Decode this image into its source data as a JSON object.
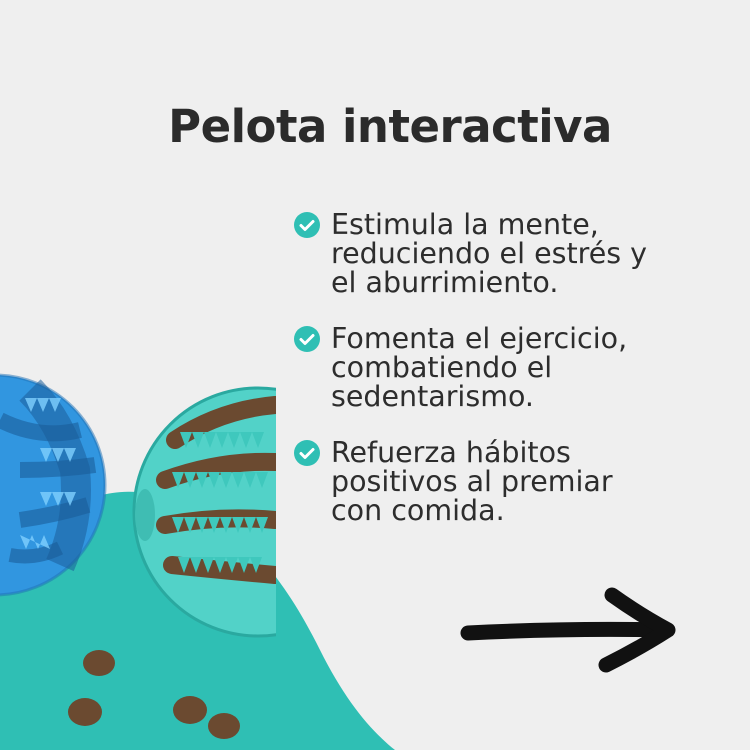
{
  "title": "Pelota interactiva",
  "benefits": [
    {
      "icon": "check-circle-icon",
      "line1": "Estimula la mente,",
      "line2": "reduciendo el estrés y",
      "line3": "el aburrimiento."
    },
    {
      "icon": "check-circle-icon",
      "line1": "Fomenta el ejercicio,",
      "line2": "combatiendo el",
      "line3": "sedentarismo."
    },
    {
      "icon": "check-circle-icon",
      "line1": "Refuerza hábitos",
      "line2": "positivos al premiar",
      "line3": "con comida."
    }
  ],
  "colors": {
    "background": "#efefef",
    "accent_teal": "#2fbfb4",
    "blue_ball": "#2f8fdc",
    "teal_ball": "#4ed3c8",
    "treat": "#6b4a30",
    "text": "#2b2b2b",
    "arrow": "#111111"
  },
  "next_arrow": "arrow-right-icon"
}
